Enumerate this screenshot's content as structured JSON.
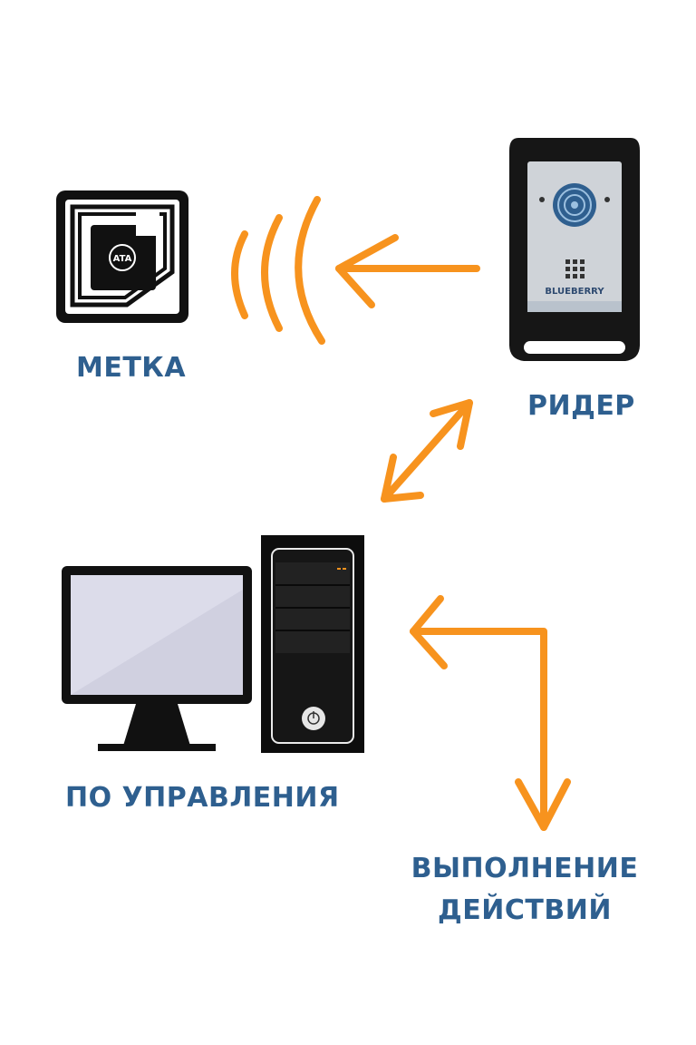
{
  "nodes": {
    "tag": {
      "label": "МЕТКА",
      "chip_text": "ATA"
    },
    "reader": {
      "label": "РИДЕР",
      "brand": "BLUEBERRY"
    },
    "software": {
      "label": "ПО УПРАВЛЕНИЯ"
    },
    "actions": {
      "label_line1": "ВЫПОЛНЕНИЕ",
      "label_line2": "ДЕЙСТВИЙ"
    }
  },
  "colors": {
    "arrow": "#f7931e",
    "label": "#2e5f8f",
    "device_dark": "#111111",
    "monitor_screen": "#dcdcea",
    "reader_panel": "#cfd3d8"
  }
}
